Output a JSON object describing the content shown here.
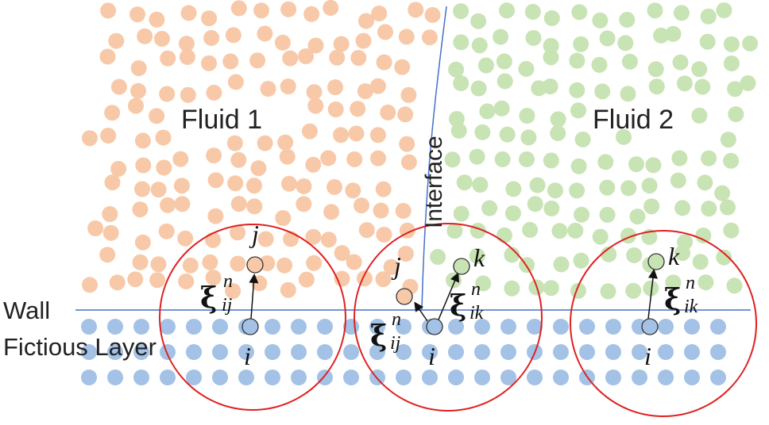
{
  "labels": {
    "fluid1": "Fluid 1",
    "fluid2": "Fluid 2",
    "interface": "Interface",
    "wall": "Wall",
    "fictious_layer": "Fictious Layer"
  },
  "markers": {
    "left": {
      "neighbor": "j",
      "center": "i",
      "xi": "ξ",
      "sub": "ij",
      "sup": "n"
    },
    "middle": {
      "neighbor_j": "j",
      "neighbor_k": "k",
      "center": "i",
      "xi_j": "ξ",
      "sub_j": "ij",
      "sup_j": "n",
      "xi_k": "ξ",
      "sub_k": "ik",
      "sup_k": "n"
    },
    "right": {
      "neighbor": "k",
      "center": "i",
      "xi": "ξ",
      "sub": "ik",
      "sup": "n"
    }
  },
  "colors": {
    "fluid1": "#f8c9a8",
    "fluid2": "#c8e3b4",
    "wall_particles": "#a3c2e6",
    "circle": "#e02020",
    "line": "#4472c4",
    "text": "#222222"
  }
}
